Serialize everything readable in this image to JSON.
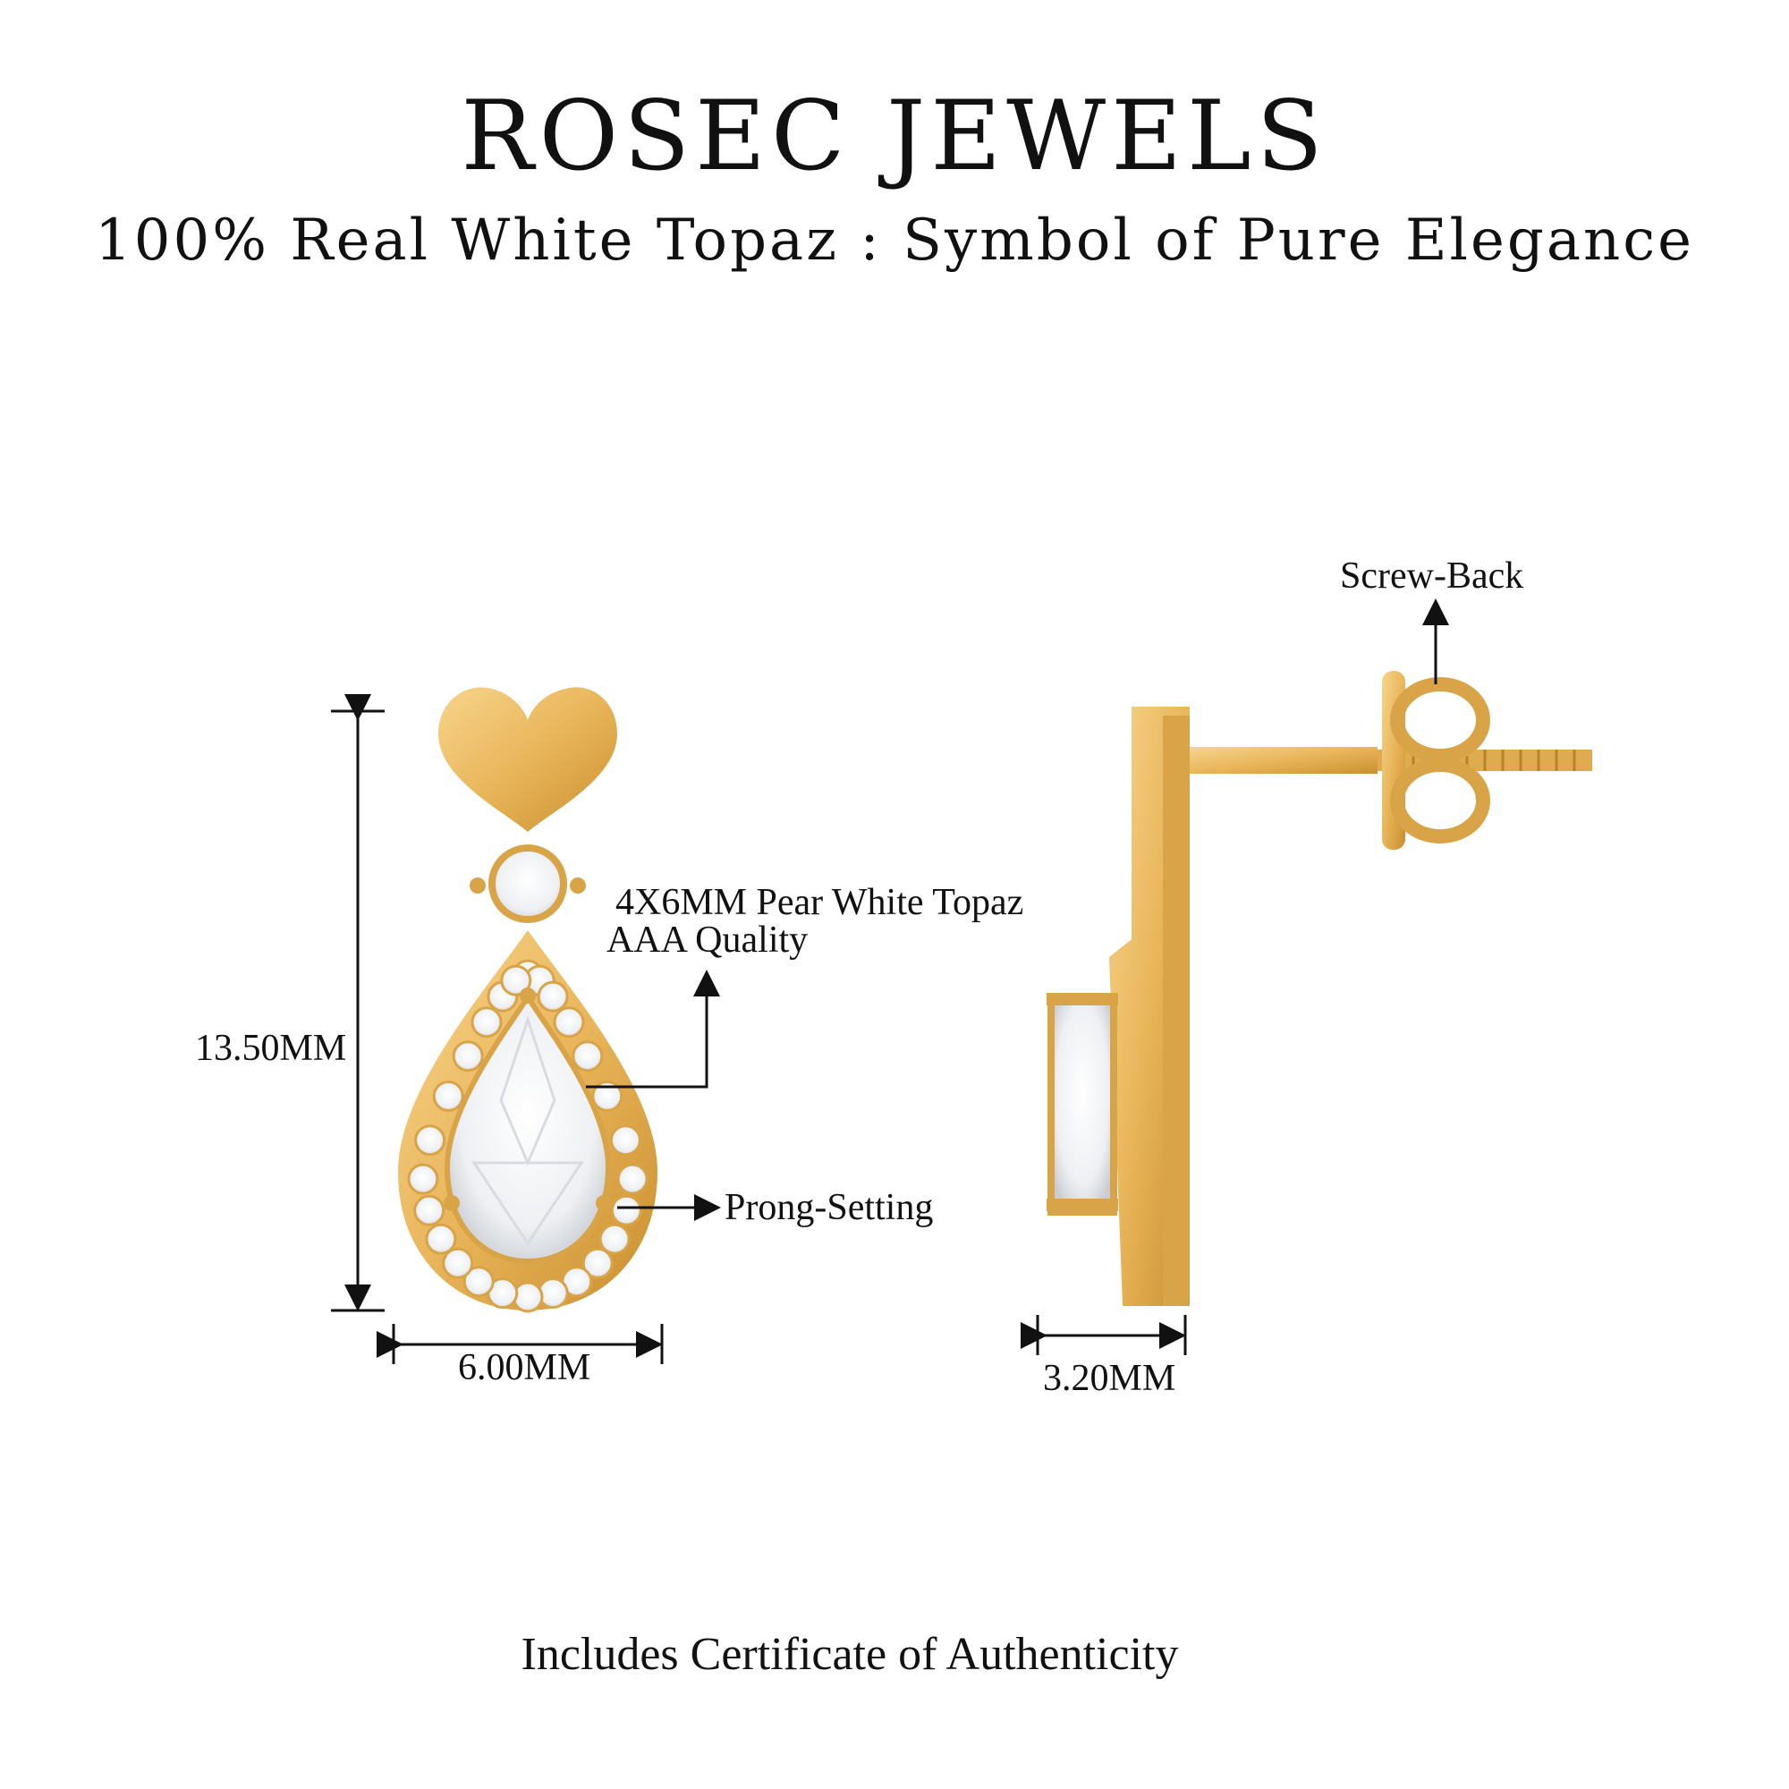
{
  "header": {
    "brand": "ROSEC JEWELS",
    "tagline": "100% Real White Topaz : Symbol of Pure Elegance"
  },
  "annotations": {
    "height": "13.50MM",
    "width": "6.00MM",
    "depth": "3.20MM",
    "stone_line1": "4X6MM Pear White Topaz",
    "stone_line2": "AAA Quality",
    "setting": "Prong-Setting",
    "back": "Screw-Back"
  },
  "footer": {
    "note": "Includes Certificate of Authenticity"
  },
  "colors": {
    "gold": "#e9b55a",
    "gold_dark": "#c98f2e",
    "stone": "#f4f4f6"
  }
}
